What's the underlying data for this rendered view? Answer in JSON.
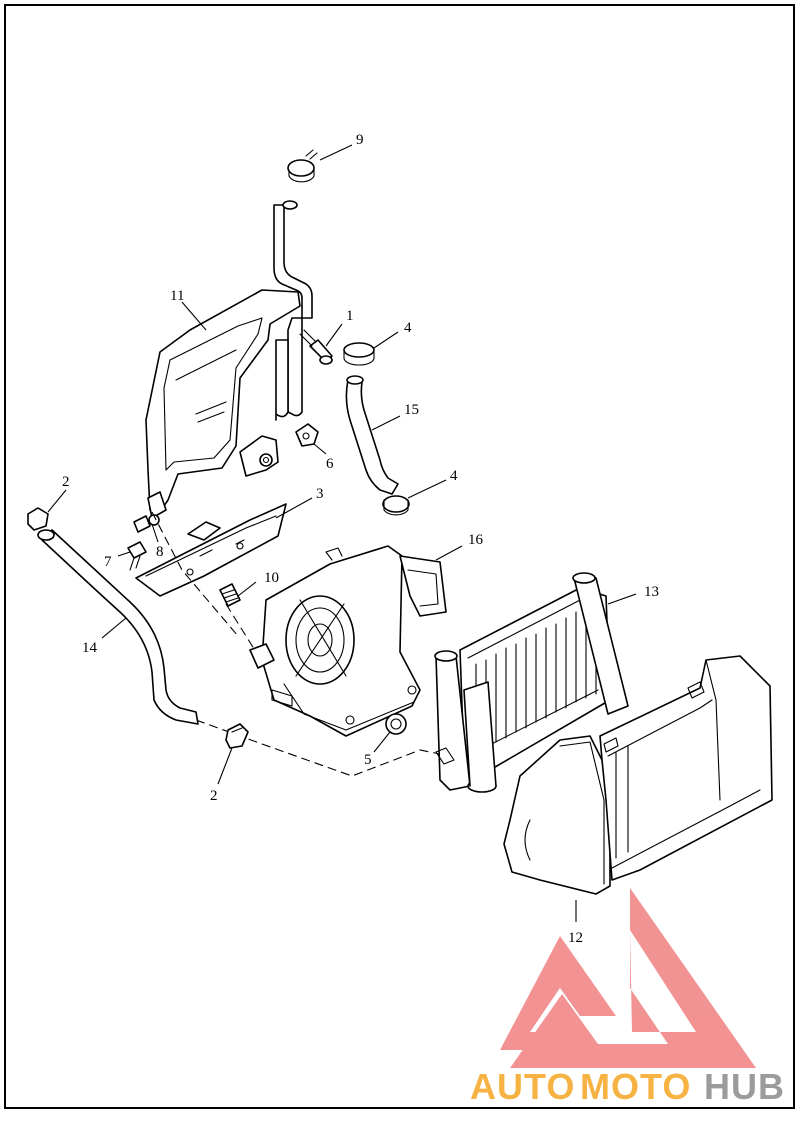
{
  "callouts": {
    "c1": "1",
    "c2a": "2",
    "c2b": "2",
    "c3": "3",
    "c4a": "4",
    "c4b": "4",
    "c5": "5",
    "c6": "6",
    "c7": "7",
    "c8": "8",
    "c9": "9",
    "c10": "10",
    "c11": "11",
    "c12": "12",
    "c13": "13",
    "c14": "14",
    "c15": "15",
    "c16": "16"
  },
  "watermark": {
    "auto": "AUTO",
    "moto": "MOTO",
    "hub": "HUB",
    "colors": {
      "auto": "#f5a623",
      "moto": "#f5a623",
      "hub": "#8a8a8a",
      "logo": "#f08080"
    }
  }
}
